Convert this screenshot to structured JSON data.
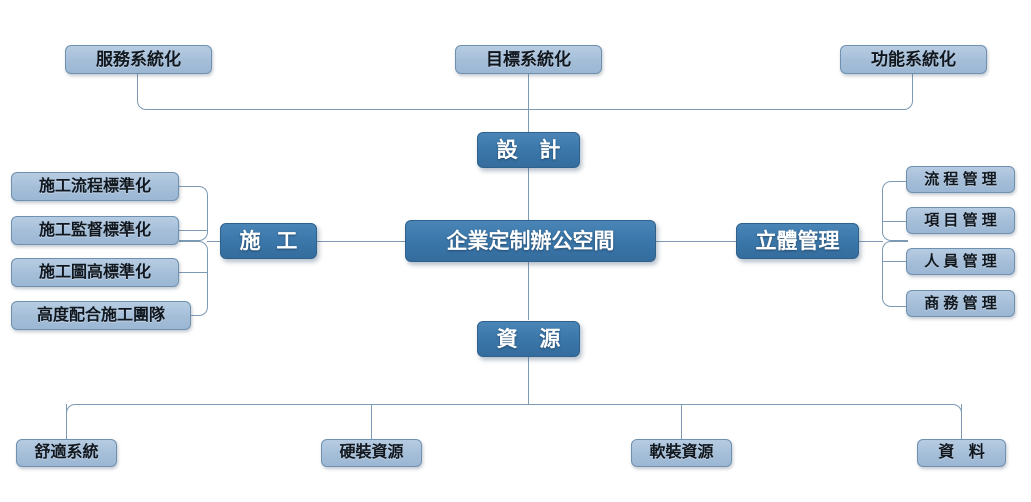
{
  "diagram": {
    "title": "企業定制辦公空間",
    "center": {
      "label": "企業定制辦公空間"
    },
    "colors": {
      "dark_node_fill": "#3c78ab",
      "dark_node_border": "#2f618d",
      "light_node_fill": "#a5bed8",
      "light_node_border": "#6f90ae",
      "connector": "#7d9ab4",
      "dark_node_text": "#ffffff",
      "light_node_text": "#10171f",
      "background": "#ffffff"
    },
    "branches": [
      {
        "key": "design",
        "label": "設 計",
        "position": "top",
        "children": [
          {
            "label": "服務系統化"
          },
          {
            "label": "目標系統化"
          },
          {
            "label": "功能系統化"
          }
        ]
      },
      {
        "key": "construction",
        "label": "施  工",
        "position": "left",
        "children": [
          {
            "label": "施工流程標準化"
          },
          {
            "label": "施工監督標準化"
          },
          {
            "label": "施工圖高標準化"
          },
          {
            "label": "高度配合施工團隊"
          }
        ]
      },
      {
        "key": "management",
        "label": "立體管理",
        "position": "right",
        "children": [
          {
            "label": "流 程 管 理"
          },
          {
            "label": "項 目 管 理"
          },
          {
            "label": "人 員 管 理"
          },
          {
            "label": "商 務 管 理"
          }
        ]
      },
      {
        "key": "resources",
        "label": "資 源",
        "position": "bottom",
        "children": [
          {
            "label": "舒適系統"
          },
          {
            "label": "硬裝資源"
          },
          {
            "label": "軟裝資源"
          },
          {
            "label": "資  料"
          }
        ]
      }
    ]
  }
}
